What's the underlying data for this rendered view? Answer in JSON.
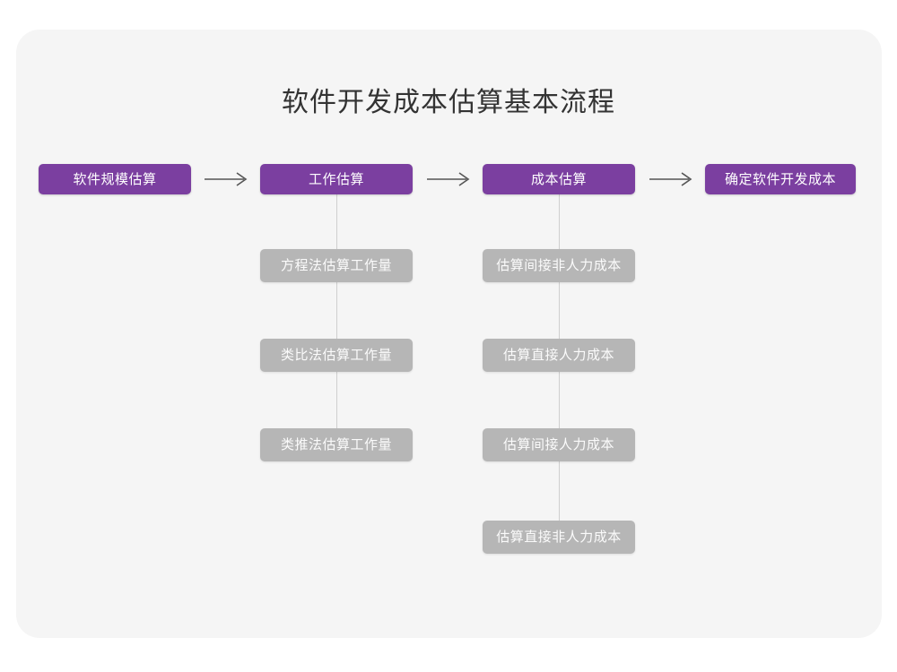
{
  "page": {
    "title": "软件开发成本估算基本流程",
    "background_color": "#ffffff",
    "card_color": "#f5f5f5"
  },
  "theme": {
    "primary_color": "#7b3fa0",
    "secondary_color": "#b6b6b6",
    "title_color": "#333333",
    "connector_color": "#cfcfcf",
    "arrow_color": "#555555",
    "primary_text_color": "#ffffff",
    "secondary_text_color": "#fbfbfb"
  },
  "diagram": {
    "type": "flowchart",
    "orientation": "left-to-right with vertical sub-branches",
    "stages": [
      {
        "id": "stage-1",
        "label": "软件规模估算",
        "level": "primary",
        "children": []
      },
      {
        "id": "stage-2",
        "label": "工作估算",
        "level": "primary",
        "children": [
          {
            "id": "stage-2-sub-1",
            "label": "方程法估算工作量",
            "level": "secondary"
          },
          {
            "id": "stage-2-sub-2",
            "label": "类比法估算工作量",
            "level": "secondary"
          },
          {
            "id": "stage-2-sub-3",
            "label": "类推法估算工作量",
            "level": "secondary"
          }
        ]
      },
      {
        "id": "stage-3",
        "label": "成本估算",
        "level": "primary",
        "children": [
          {
            "id": "stage-3-sub-1",
            "label": "估算间接非人力成本",
            "level": "secondary"
          },
          {
            "id": "stage-3-sub-2",
            "label": "估算直接人力成本",
            "level": "secondary"
          },
          {
            "id": "stage-3-sub-3",
            "label": "估算间接人力成本",
            "level": "secondary"
          },
          {
            "id": "stage-3-sub-4",
            "label": "估算直接非人力成本",
            "level": "secondary"
          }
        ]
      },
      {
        "id": "stage-4",
        "label": "确定软件开发成本",
        "level": "primary",
        "children": []
      }
    ],
    "connectors": [
      {
        "id": "arrow-1",
        "from": "stage-1",
        "to": "stage-2",
        "icon": "arrow-right-icon"
      },
      {
        "id": "arrow-2",
        "from": "stage-2",
        "to": "stage-3",
        "icon": "arrow-right-icon"
      },
      {
        "id": "arrow-3",
        "from": "stage-3",
        "to": "stage-4",
        "icon": "arrow-right-icon"
      }
    ]
  }
}
